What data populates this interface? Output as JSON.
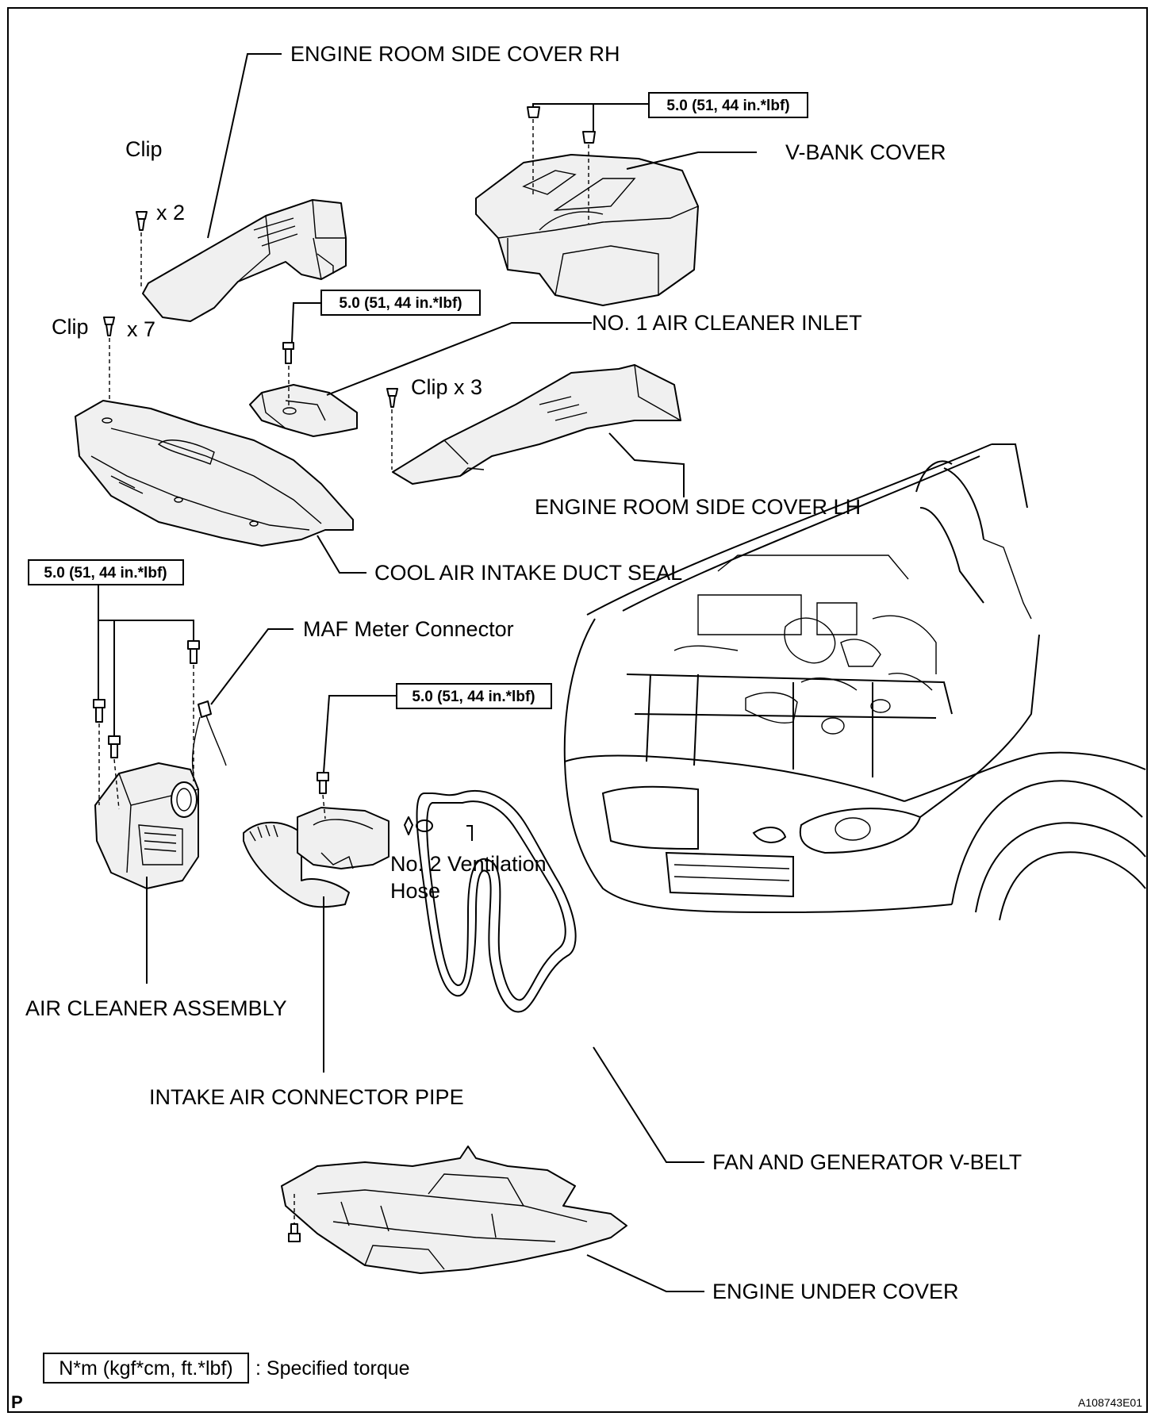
{
  "labels": {
    "engine_room_side_cover_rh": "ENGINE ROOM SIDE COVER RH",
    "v_bank_cover": "V-BANK COVER",
    "no1_air_cleaner_inlet": "NO. 1 AIR CLEANER INLET",
    "engine_room_side_cover_lh": "ENGINE ROOM SIDE COVER LH",
    "cool_air_intake_duct_seal": "COOL AIR INTAKE DUCT SEAL",
    "maf_meter_connector": "MAF Meter Connector",
    "no2_ventilation_hose_line1": "No. 2 Ventilation",
    "no2_ventilation_hose_line2": "Hose",
    "air_cleaner_assembly": "AIR CLEANER ASSEMBLY",
    "intake_air_connector_pipe": "INTAKE AIR CONNECTOR PIPE",
    "fan_and_generator_v_belt": "FAN AND GENERATOR V-BELT",
    "engine_under_cover": "ENGINE UNDER COVER"
  },
  "clips": {
    "clip_rh_label": "Clip",
    "clip_rh_count": "x 2",
    "clip_seal_label": "Clip",
    "clip_seal_count": "x 7",
    "clip_lh": "Clip x 3"
  },
  "torque": {
    "v_bank": "5.0 (51, 44 in.*lbf)",
    "air_inlet": "5.0 (51, 44 in.*lbf)",
    "air_cleaner": "5.0 (51, 44 in.*lbf)",
    "connector_pipe": "5.0 (51, 44 in.*lbf)"
  },
  "legend": {
    "unit_box": "N*m (kgf*cm, ft.*lbf)",
    "text": ": Specified torque"
  },
  "corner": {
    "left": "P",
    "right": "A108743E01"
  }
}
